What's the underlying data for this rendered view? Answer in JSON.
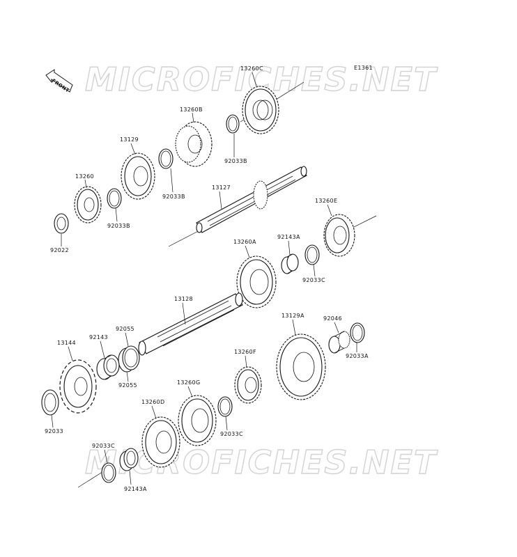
{
  "diagram": {
    "code": "E1361",
    "watermark": "MICROFICHES.NET",
    "front_label": "FRONT",
    "parts": [
      {
        "id": "p13260C",
        "label": "13260C",
        "kind": "gear"
      },
      {
        "id": "p13260B",
        "label": "13260B",
        "kind": "gear"
      },
      {
        "id": "p13129",
        "label": "13129",
        "kind": "gear"
      },
      {
        "id": "p13260",
        "label": "13260",
        "kind": "gear"
      },
      {
        "id": "p92033B_1",
        "label": "92033B",
        "kind": "ring"
      },
      {
        "id": "p92033B_2",
        "label": "92033B",
        "kind": "ring"
      },
      {
        "id": "p92033B_3",
        "label": "92033B",
        "kind": "ring"
      },
      {
        "id": "p92022",
        "label": "92022",
        "kind": "washer"
      },
      {
        "id": "p13127",
        "label": "13127",
        "kind": "shaft"
      },
      {
        "id": "p13260E",
        "label": "13260E",
        "kind": "gear"
      },
      {
        "id": "p92143A_1",
        "label": "92143A",
        "kind": "bushing"
      },
      {
        "id": "p92033C_1",
        "label": "92033C",
        "kind": "ring"
      },
      {
        "id": "p13260A",
        "label": "13260A",
        "kind": "gear"
      },
      {
        "id": "p13128",
        "label": "13128",
        "kind": "shaft"
      },
      {
        "id": "p13129A",
        "label": "13129A",
        "kind": "gear"
      },
      {
        "id": "p92046",
        "label": "92046",
        "kind": "bearing"
      },
      {
        "id": "p92033A",
        "label": "92033A",
        "kind": "ring"
      },
      {
        "id": "p92055_1",
        "label": "92055",
        "kind": "oring"
      },
      {
        "id": "p92055_2",
        "label": "92055",
        "kind": "oring"
      },
      {
        "id": "p92143",
        "label": "92143",
        "kind": "bushing"
      },
      {
        "id": "p13144",
        "label": "13144",
        "kind": "sprocket"
      },
      {
        "id": "p92033",
        "label": "92033",
        "kind": "ring"
      },
      {
        "id": "p13260F",
        "label": "13260F",
        "kind": "gear"
      },
      {
        "id": "p13260G",
        "label": "13260G",
        "kind": "gear"
      },
      {
        "id": "p13260D",
        "label": "13260D",
        "kind": "gear"
      },
      {
        "id": "p92033C_2",
        "label": "92033C",
        "kind": "ring"
      },
      {
        "id": "p92033C_3",
        "label": "92033C",
        "kind": "ring"
      },
      {
        "id": "p92143A_2",
        "label": "92143A",
        "kind": "bushing"
      }
    ]
  }
}
